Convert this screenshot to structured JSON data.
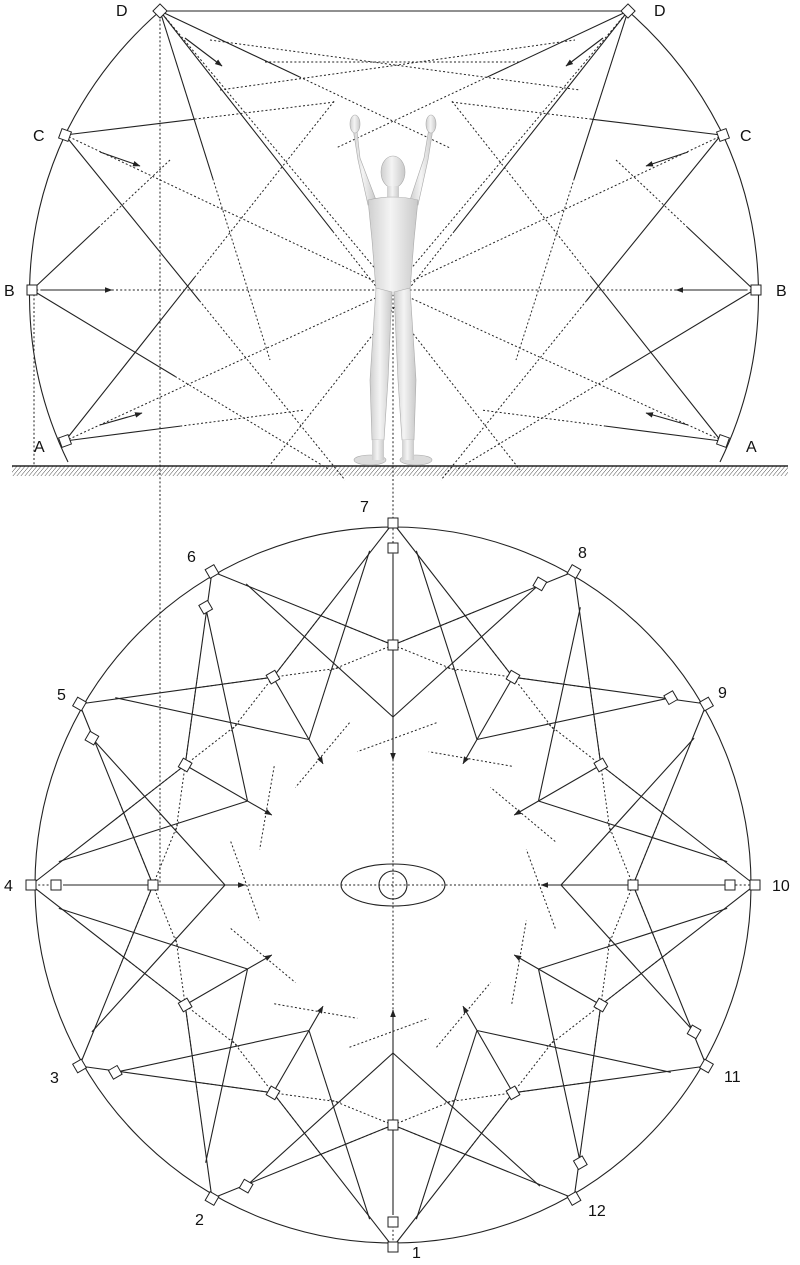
{
  "elevation": {
    "left_labels": [
      "D",
      "C",
      "B",
      "A"
    ],
    "right_labels": [
      "D",
      "C",
      "B",
      "A"
    ]
  },
  "plan": {
    "outer_labels": [
      "1",
      "2",
      "3",
      "4",
      "5",
      "6",
      "7",
      "8",
      "9",
      "10",
      "11",
      "12"
    ]
  },
  "colors": {
    "line": "#222222",
    "background": "#ffffff",
    "figure": "#e8e8e8"
  }
}
